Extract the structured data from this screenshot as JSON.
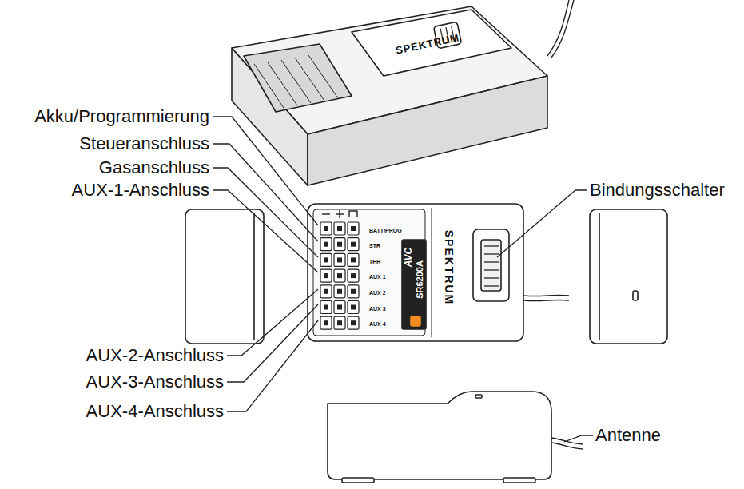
{
  "diagram": {
    "labels": [
      "Akku/Programmierung",
      "Steueranschluss",
      "Gasanschluss",
      "AUX-1-Anschluss",
      "Bindungsschalter",
      "AUX-2-Anschluss",
      "AUX-3-Anschluss",
      "AUX-4-Anschluss",
      "Antenne",
      "SPEKTRUM",
      "BATT/PROG",
      "STR",
      "THR",
      "AUX 1",
      "AUX 2",
      "AUX 3",
      "AUX 4",
      "AVC",
      "SR6200A",
      "SPEKTRUM"
    ]
  }
}
